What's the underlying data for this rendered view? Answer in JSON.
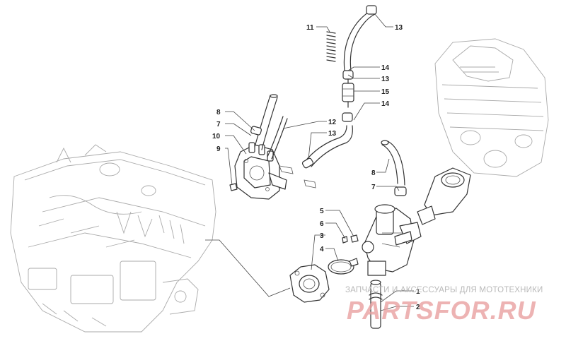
{
  "callouts": {
    "c1": "1",
    "c2": "2",
    "c3": "3",
    "c4": "4",
    "c5": "5",
    "c6": "6",
    "c7a": "7",
    "c7b": "7",
    "c8a": "8",
    "c8b": "8",
    "c9": "9",
    "c10": "10",
    "c11": "11",
    "c12": "12",
    "c13a": "13",
    "c13b": "13",
    "c13c": "13",
    "c14a": "14",
    "c14b": "14",
    "c15": "15"
  },
  "watermark": {
    "caption": "ЗАПЧАСТИ И АКСЕССУАРЫ ДЛЯ МОТОТЕХНИКИ",
    "logo_text": "PARTSFOR.RU",
    "logo_color": "#e8a0a0"
  }
}
